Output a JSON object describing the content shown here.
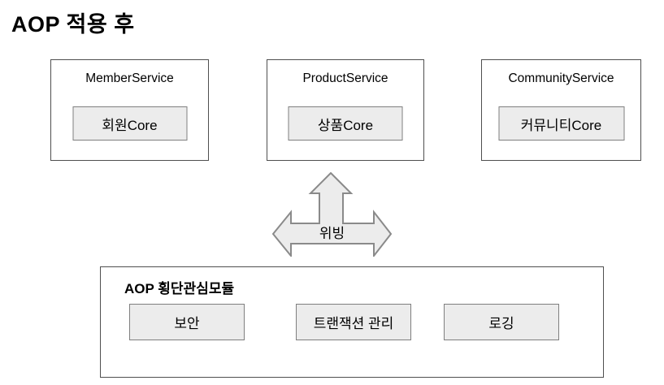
{
  "title": "AOP 적용 후",
  "services": [
    {
      "name": "MemberService",
      "core_label": "회원Core"
    },
    {
      "name": "ProductService",
      "core_label": "상품Core"
    },
    {
      "name": "CommunityService",
      "core_label": "커뮤니티Core"
    }
  ],
  "weaving": {
    "label": "위빙"
  },
  "aop_module": {
    "title": "AOP 횡단관심모듈",
    "concerns": [
      {
        "label": "보안"
      },
      {
        "label": "트랜잭션 관리"
      },
      {
        "label": "로깅"
      }
    ]
  },
  "colors": {
    "background": "#ffffff",
    "text": "#000000",
    "outer_border": "#4f4f4f",
    "inner_fill": "#ececec",
    "inner_border": "#7f7f7f",
    "arrow_fill": "#ececec",
    "arrow_stroke": "#8a8a8a"
  }
}
